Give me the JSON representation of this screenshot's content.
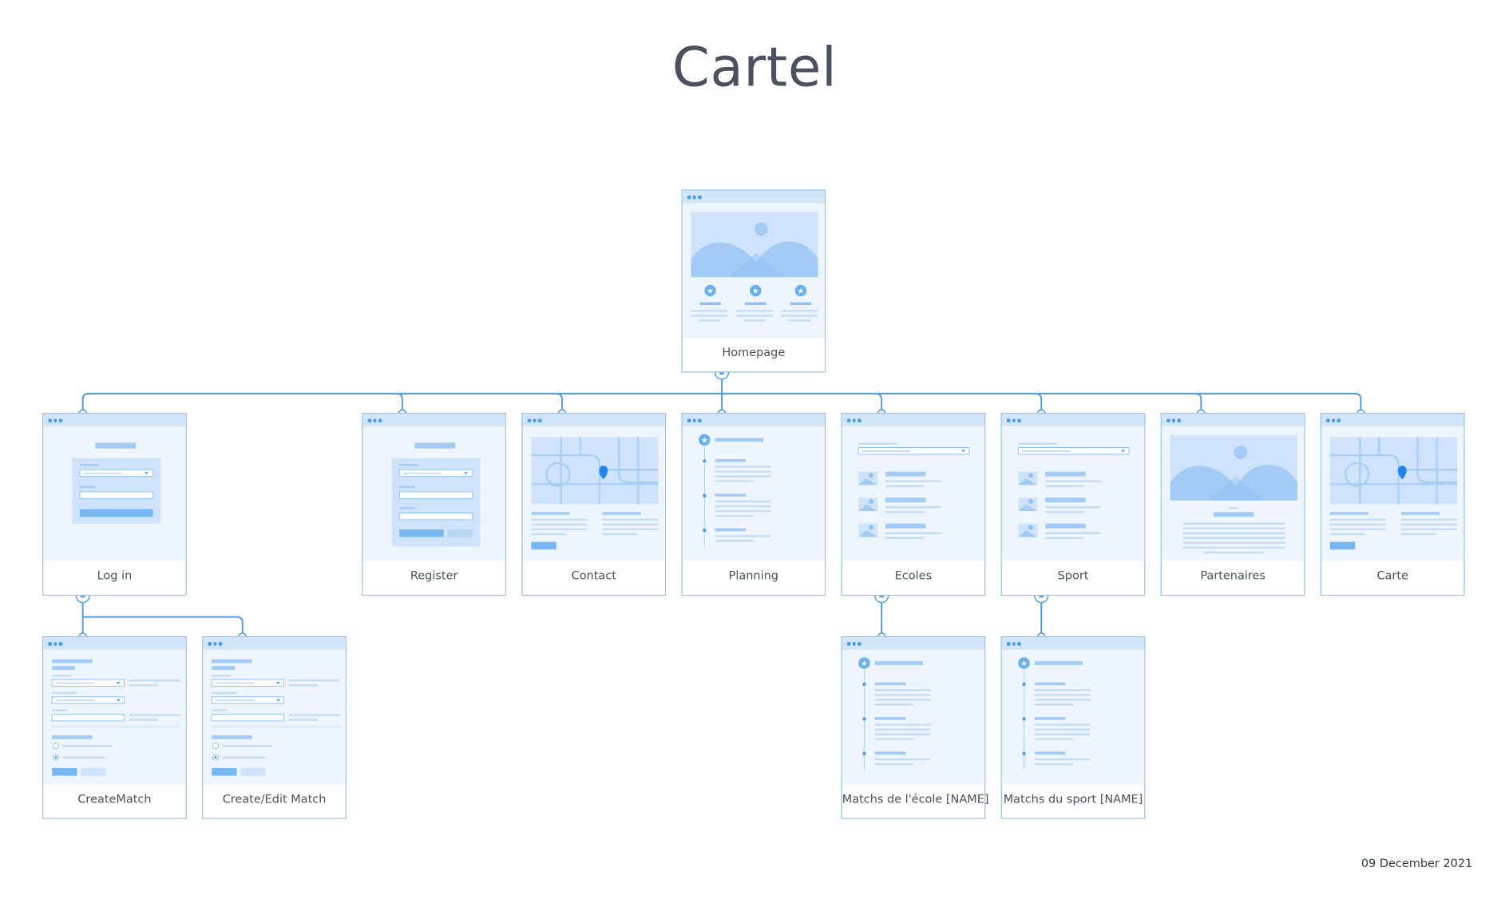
{
  "title": "Cartel",
  "date": "09 December 2021",
  "pages": {
    "homepage": "Homepage",
    "login": "Log in",
    "register": "Register",
    "contact": "Contact",
    "planning": "Planning",
    "ecoles": "Ecoles",
    "sport": "Sport",
    "partenaires": "Partenaires",
    "carte": "Carte",
    "creatematch": "CreateMatch",
    "create_edit_match": "Create/Edit Match",
    "matchs_ecole": "Matchs de l'école [NAME]",
    "matchs_sport": "Matchs du sport [NAME]"
  },
  "hierarchy": [
    {
      "parent": "homepage",
      "children": [
        "login",
        "register",
        "contact",
        "planning",
        "ecoles",
        "sport",
        "partenaires",
        "carte"
      ]
    },
    {
      "parent": "login",
      "children": [
        "creatematch",
        "create_edit_match"
      ]
    },
    {
      "parent": "ecoles",
      "children": [
        "matchs_ecole"
      ]
    },
    {
      "parent": "sport",
      "children": [
        "matchs_sport"
      ]
    }
  ],
  "colors": {
    "accent": "#4d9be8",
    "wire": "#a9cff5",
    "card_border": "#8fc1f2",
    "titlebar": "#d2e6fa",
    "screen_bg": "#eef5fd",
    "text": "#4a4f58"
  }
}
